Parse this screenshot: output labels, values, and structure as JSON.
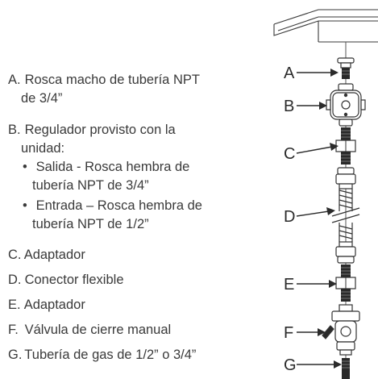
{
  "legend": {
    "items": [
      {
        "letter": "A.",
        "line1": "Rosca macho de tubería NPT",
        "line2": "de 3/4”"
      },
      {
        "letter": "B.",
        "line1": "Regulador provisto con la",
        "line2": "unidad:"
      },
      {
        "letter": "C.",
        "line1": "Adaptador"
      },
      {
        "letter": "D.",
        "line1": "Conector flexible"
      },
      {
        "letter": "E.",
        "line1": "Adaptador"
      },
      {
        "letter": "F.",
        "line1": "Válvula de cierre manual"
      },
      {
        "letter": "G.",
        "line1": "Tubería de gas de 1/2” o 3/4”"
      }
    ],
    "sub_items": [
      {
        "bullet": "•",
        "line1": "Salida - Rosca hembra de",
        "line2": "tubería NPT de 3/4”"
      },
      {
        "bullet": "•",
        "line1": "Entrada – Rosca hembra de",
        "line2": "tubería NPT de 1/2”"
      }
    ]
  },
  "callouts": [
    "A",
    "B",
    "C",
    "D",
    "E",
    "F",
    "G"
  ]
}
